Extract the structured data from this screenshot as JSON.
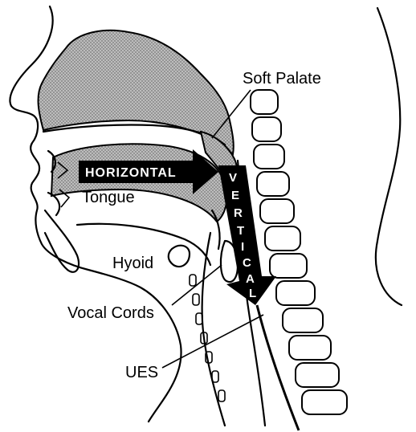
{
  "labels": {
    "soft_palate": "Soft Palate",
    "tongue": "Tongue",
    "hyoid": "Hyoid",
    "vocal_cords": "Vocal Cords",
    "ues": "UES"
  },
  "arrows": {
    "horizontal": "HORIZONTAL",
    "vertical_letters": [
      "V",
      "E",
      "R",
      "T",
      "I",
      "C",
      "A",
      "L"
    ]
  },
  "colors": {
    "stroke": "#000000",
    "background": "#ffffff",
    "stipple": "#9a9a9a"
  }
}
